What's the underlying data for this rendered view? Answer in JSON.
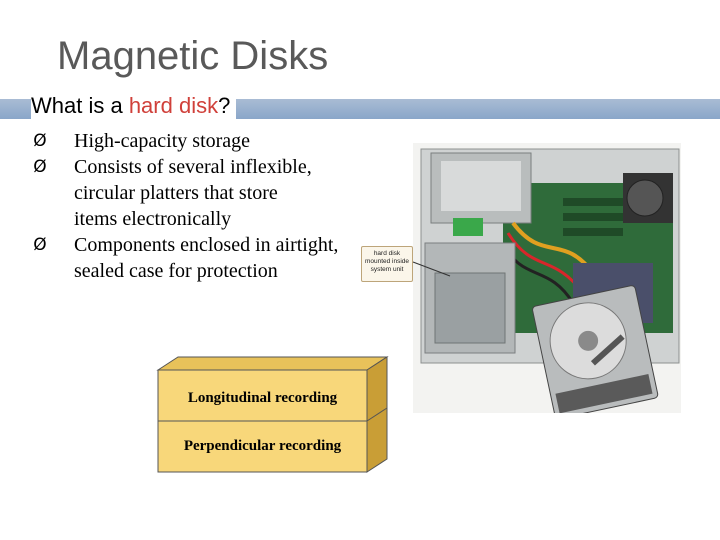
{
  "slide": {
    "title": "Magnetic Disks",
    "subtitle_prefix": "What is a ",
    "subtitle_highlight": "hard disk",
    "subtitle_suffix": "?",
    "highlight_color": "#d0403a",
    "accent_bar_color": "#8aa6c9"
  },
  "bullets": [
    {
      "icon": "arrow-bullet-icon",
      "glyph": "Ø",
      "text": "High-capacity storage"
    },
    {
      "icon": "arrow-bullet-icon",
      "glyph": "Ø",
      "text": "Consists of several inflexible, circular platters that store items electronically"
    },
    {
      "icon": "arrow-bullet-icon",
      "glyph": "Ø",
      "text": "Components enclosed in airtight, sealed case for protection"
    }
  ],
  "callout": {
    "text": "hard disk mounted inside system unit"
  },
  "recording_box": {
    "top_label": "Longitudinal recording",
    "bottom_label": "Perpendicular recording",
    "fill_color": "#f8d77a"
  }
}
